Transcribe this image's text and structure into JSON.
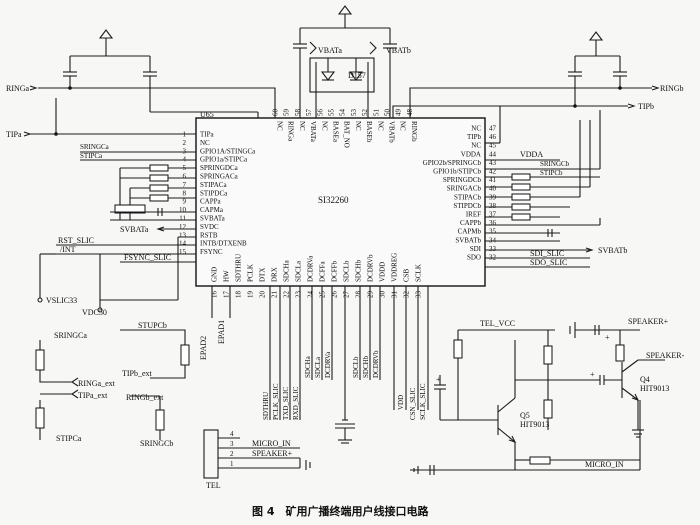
{
  "caption": "图 4　矿用广播终端用户线接口电路",
  "chip": {
    "ref": "U65",
    "part": "SI32260",
    "left_pins": [
      {
        "num": "1",
        "name": "TIPa"
      },
      {
        "num": "2",
        "name": "NC"
      },
      {
        "num": "3",
        "name": "GPIO1A/STINGCa"
      },
      {
        "num": "4",
        "name": "GPIO1a/STIPCa"
      },
      {
        "num": "5",
        "name": "SPRINGDCa"
      },
      {
        "num": "6",
        "name": "SPRINGACa"
      },
      {
        "num": "7",
        "name": "STIPACa"
      },
      {
        "num": "8",
        "name": "STIPDCa"
      },
      {
        "num": "9",
        "name": "CAPPa"
      },
      {
        "num": "10",
        "name": "CAPMa"
      },
      {
        "num": "11",
        "name": "SVBATa"
      },
      {
        "num": "12",
        "name": "SVDC"
      },
      {
        "num": "13",
        "name": "RSTB"
      },
      {
        "num": "14",
        "name": "INTB/DTXENB"
      },
      {
        "num": "15",
        "name": "FSYNC"
      }
    ],
    "right_pins": [
      {
        "num": "47",
        "name": "NC"
      },
      {
        "num": "46",
        "name": "TIPb"
      },
      {
        "num": "45",
        "name": "NC"
      },
      {
        "num": "44",
        "name": "VDDA"
      },
      {
        "num": "43",
        "name": "GPIO2b/SPRINGCb"
      },
      {
        "num": "42",
        "name": "GPIO1b/STIPCb"
      },
      {
        "num": "41",
        "name": "SPRINGDCb"
      },
      {
        "num": "40",
        "name": "SRINGACb"
      },
      {
        "num": "39",
        "name": "STIPACb"
      },
      {
        "num": "38",
        "name": "STIPDCb"
      },
      {
        "num": "37",
        "name": "IREF"
      },
      {
        "num": "36",
        "name": "CAPPb"
      },
      {
        "num": "35",
        "name": "CAPMb"
      },
      {
        "num": "34",
        "name": "SVBATb"
      },
      {
        "num": "33",
        "name": "SDI"
      },
      {
        "num": "32",
        "name": "SDO"
      }
    ],
    "top_pins": [
      {
        "num": "60",
        "name": "NC"
      },
      {
        "num": "59",
        "name": "RINGa"
      },
      {
        "num": "58",
        "name": "NC"
      },
      {
        "num": "57",
        "name": "VBATa"
      },
      {
        "num": "56",
        "name": "NC"
      },
      {
        "num": "55",
        "name": "BASEa"
      },
      {
        "num": "54",
        "name": "BAT_NO"
      },
      {
        "num": "53",
        "name": "NC"
      },
      {
        "num": "52",
        "name": "BASEb"
      },
      {
        "num": "51",
        "name": "NC"
      },
      {
        "num": "50",
        "name": "VBATb"
      },
      {
        "num": "49",
        "name": "NC"
      },
      {
        "num": "48",
        "name": "RINGb"
      }
    ],
    "bottom_pins": [
      {
        "num": "16",
        "name": "GND"
      },
      {
        "num": "17",
        "name": "HW"
      },
      {
        "num": "18",
        "name": "SDTHRU"
      },
      {
        "num": "19",
        "name": "PCLK"
      },
      {
        "num": "20",
        "name": "DTX"
      },
      {
        "num": "21",
        "name": "DRX"
      },
      {
        "num": "22",
        "name": "SDCHa"
      },
      {
        "num": "23",
        "name": "SDCLa"
      },
      {
        "num": "24",
        "name": "DCDRVa"
      },
      {
        "num": "25",
        "name": "DCFFa"
      },
      {
        "num": "26",
        "name": "DCFFb"
      },
      {
        "num": "27",
        "name": "SDCLb"
      },
      {
        "num": "28",
        "name": "SDCHb"
      },
      {
        "num": "29",
        "name": "DCDRVb"
      },
      {
        "num": "30",
        "name": "VDDD"
      },
      {
        "num": "31",
        "name": "VDDREG"
      },
      {
        "num": "32",
        "name": "CSB"
      },
      {
        "num": "33",
        "name": "SCLK"
      }
    ]
  },
  "nets": {
    "ringa": "RINGa",
    "ringb": "RINGb",
    "tipa": "TIPa",
    "tipb": "TIPb",
    "vbata": "VBATa",
    "vbatb": "VBATb",
    "diode": "D157",
    "sringca": "SRINGCa",
    "stipca": "STIPCa",
    "sringcb": "SRINGCb",
    "stipcb": "STIPCb",
    "svbata": "SVBATa",
    "svbatb": "SVBATb",
    "rst_slic": "RST_SLIC",
    "int": "/INT",
    "fsync_slic": "FSYNC_SLIC",
    "vslic33": "VSLIC33",
    "vdc50": "VDC50",
    "vdda": "VDDA",
    "sdi_slic": "SDI_SLIC",
    "sdo_slic": "SDO_SLIC",
    "epad2": "EPAD2",
    "epad1": "EPAD1",
    "b_sdthru": "SDTHRU",
    "b_pclk": "PCLK_SLIC",
    "b_txd": "TXD_SLIC",
    "b_rxd": "RXD_SLIC",
    "b_sdcha": "SDCHa",
    "b_sdcla": "SDCLa",
    "b_dcdrva": "DCDRVa",
    "b_sdclb": "SDCLb",
    "b_sdchb": "SDCHb",
    "b_dcdrvb": "DCDRVb",
    "b_vdd": "VDD",
    "b_csn": "CSN_SLIC",
    "b_sclk": "SCLK_SLIC"
  },
  "bottom_left": {
    "sringca": "SRINGCa",
    "stupcb": "STUPCb",
    "tipb_ext": "TIPb_ext",
    "ringa_ext": "RINGa_ext",
    "tipa_ext": "TIPa_ext",
    "ringb_ext": "RINGb_ext",
    "stipca": "STIPCa",
    "sringcb": "SRINGCb"
  },
  "connector": {
    "ref": "TEL",
    "pins": [
      {
        "num": "4",
        "net": ""
      },
      {
        "num": "3",
        "net": "MICRO_IN"
      },
      {
        "num": "2",
        "net": "SPEAKER+"
      },
      {
        "num": "1",
        "net": ""
      }
    ]
  },
  "amp": {
    "tel_vcc": "TEL_VCC",
    "q5": "Q5",
    "q5_part": "HIT9013",
    "q4": "Q4",
    "q4_part": "HIT9013",
    "speaker_plus": "SPEAKER+",
    "speaker_minus": "SPEAKER-",
    "micro_in": "MICRO_IN",
    "plus": "+"
  }
}
